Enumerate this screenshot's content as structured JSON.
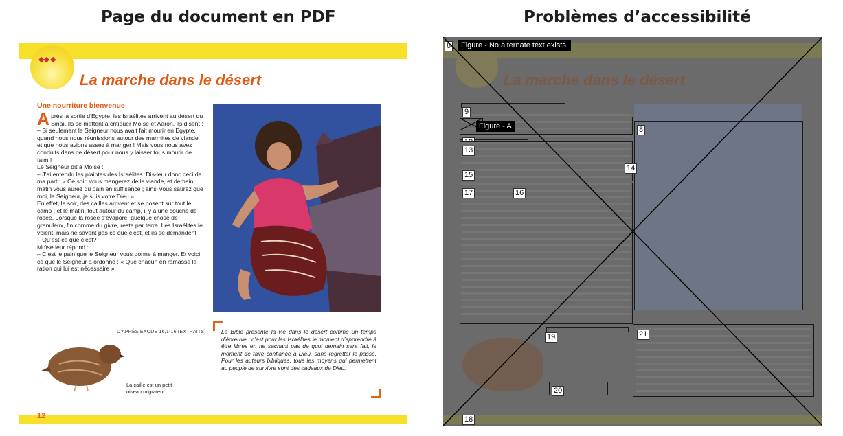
{
  "headings": {
    "left": "Page du document en PDF",
    "right": "Problèmes d’accessibilité"
  },
  "pdf_page": {
    "title": "La marche dans le désert",
    "subtitle": "Une nourriture bienvenue",
    "dropcap": "A",
    "article_paragraphs": [
      "près la sortie d’Egypte, les Israélites arrivent au désert du Sinaï. Ils se mettent à critiquer Moïse et Aaron. Ils disent :",
      "– Si seulement le Seigneur nous avait fait mourir en Egypte, quand nous nous réunissions autour des marmites de viande et que nous avions assez à manger ! Mais vous nous avez conduits dans ce désert pour nous y laisser tous mourir de faim !",
      "Le Seigneur dit à Moïse :",
      "– J’ai entendu les plaintes des Israélites. Dis-leur donc ceci de ma part : « Ce soir, vous mangerez de la viande, et demain matin vous aurez du pain en suffisance ; ainsi vous saurez que moi, le Seigneur, je suis votre Dieu ».",
      "En effet, le soir, des cailles arrivent et se posent sur tout le camp ; et le matin, tout autour du camp, il y a une couche de rosée. Lorsque la rosée s’évapore, quelque chose de granuleux, fin comme du givre, reste par terre. Les Israélites le voient, mais ne savent pas ce que c’est, et ils se demandent :",
      "– Qu’est-ce que c’est?",
      "Moïse leur répond :",
      "– C’est le pain que le Seigneur vous donne à manger. Et voici ce que le Seigneur a ordonné : « Que chacun en ramasse la ration qui lui est nécessaire »."
    ],
    "source": "D’APRÈS EXODE 16,1-16 (EXTRAITS)",
    "quote": "La Bible présente la vie dans le désert comme un temps d’épreuve : c’est pour les Israélites le moment d’apprendre à être libres en ne sachant pas de quoi demain sera fait, le moment de faire confiance à Dieu, sans regretter le passé. Pour les auteurs bibliques, tous les moyens qui permettent au peuple de survivre sont des cadeaux de Dieu.",
    "caption": "La caille est un petit oiseau migrateur.",
    "page_number": "12"
  },
  "accessibility": {
    "tooltips": {
      "main": "Figure - No alternate text exists.",
      "small": "Figure - A"
    },
    "region_labels": {
      "r6": "6",
      "r8": "8",
      "r9": "9",
      "r12": "12",
      "r13": "13",
      "r14": "14",
      "r15": "15",
      "r16": "16",
      "r17": "17",
      "r18": "18",
      "r19": "19",
      "r20": "20",
      "r21": "21"
    }
  },
  "colors": {
    "accent_orange": "#e05a14",
    "band_yellow": "#f7e02a",
    "overlay_gray": "#6b6b6b",
    "cross_line": "#000000"
  }
}
